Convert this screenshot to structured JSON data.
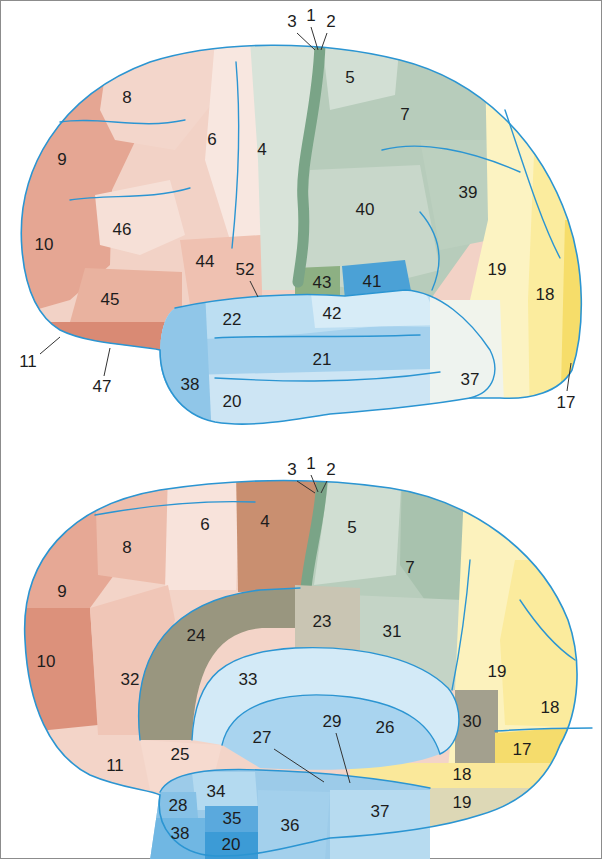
{
  "diagram": {
    "labels": [
      "3",
      "1",
      "2",
      "5",
      "8",
      "6",
      "4",
      "7",
      "9",
      "40",
      "39",
      "10",
      "46",
      "44",
      "52",
      "43",
      "41",
      "42",
      "19",
      "18",
      "22",
      "45",
      "11",
      "38",
      "21",
      "37",
      "17",
      "47",
      "20",
      "3",
      "1",
      "2",
      "6",
      "4",
      "5",
      "7",
      "8",
      "9",
      "24",
      "23",
      "31",
      "19",
      "33",
      "10",
      "32",
      "26",
      "30",
      "29",
      "27",
      "18",
      "17",
      "25",
      "11",
      "34",
      "28",
      "37",
      "18",
      "19",
      "38",
      "35",
      "36",
      "20"
    ]
  }
}
